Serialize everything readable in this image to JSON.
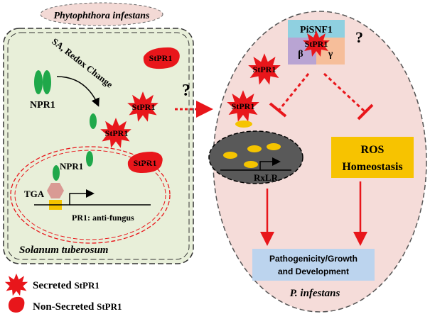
{
  "colors": {
    "plant_fill": "#e8efd9",
    "pathogen_fill": "#f5dcd9",
    "red": "#e8161b",
    "green": "#1fa84a",
    "yellow": "#f5c400",
    "nucleus_fill": "#595959",
    "ros_fill": "#f7c300",
    "output_fill": "#bcd4ee"
  },
  "labels": {
    "phytophthora_title": "Phytophthora infestans",
    "sa_redox": "SA, Redox Change",
    "npr1_top": "NPR1",
    "npr1_nucleus": "NPR1",
    "tga": "TGA",
    "pr1_antifungus": "PR1: anti-fungus",
    "solanum": "Solanum  tuberosum",
    "stpr1": "StPR1",
    "question": "?",
    "pisnf1": "PiSNF1",
    "beta": "β",
    "gamma": "γ",
    "rxlr": "RxLR",
    "ros_line1": "ROS",
    "ros_line2": "Homeostasis",
    "output_line1": "Pathogenicity/Growth",
    "output_line2": "and Development",
    "p_infestans": "P. infestans"
  },
  "legend": {
    "secreted_prefix": "Secreted ",
    "secreted_suffix": "StPR1",
    "nonsecreted_prefix": "Non-Secreted ",
    "nonsecreted_suffix": "StPR1"
  }
}
